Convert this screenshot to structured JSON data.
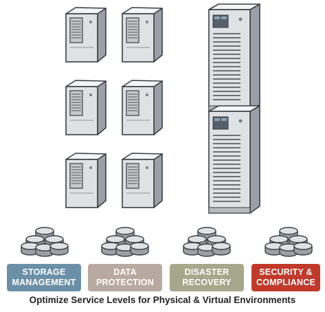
{
  "colors": {
    "storage": "#6b8fa6",
    "data_protection": "#b9aaa1",
    "disaster_recovery": "#a8a68b",
    "security": "#c0392b",
    "server_light": "#eceeef",
    "server_mid": "#cfd3d6",
    "server_dark": "#9aa0a5",
    "server_outline": "#3a3f44"
  },
  "icons": {
    "tower_server": "tower-server-icon",
    "rack_server": "rack-server-icon",
    "database": "database-stack-icon"
  },
  "labels": [
    {
      "line1": "STORAGE",
      "line2": "MANAGEMENT"
    },
    {
      "line1": "DATA",
      "line2": "PROTECTION"
    },
    {
      "line1": "DISASTER",
      "line2": "RECOVERY"
    },
    {
      "line1": "SECURITY &",
      "line2": "COMPLIANCE"
    }
  ],
  "caption": "Optimize Service Levels for Physical & Virtual Environments"
}
